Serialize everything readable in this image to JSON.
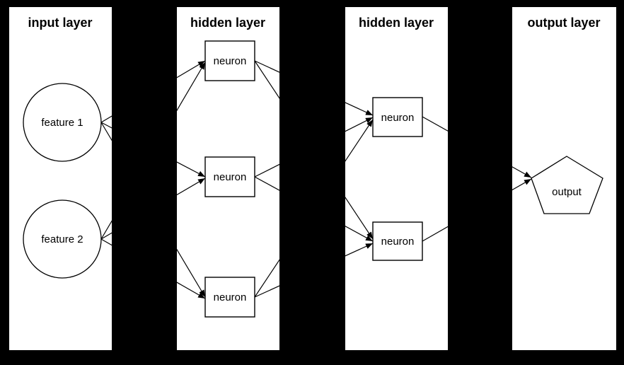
{
  "diagram": {
    "type": "neural-network-architecture",
    "colors": {
      "background": "#000000",
      "panel_fill": "#ffffff",
      "stroke": "#000000",
      "text": "#000000"
    },
    "layers": [
      {
        "id": "input",
        "title": "input layer",
        "nodes": [
          {
            "id": "f1",
            "label": "feature 1",
            "shape": "circle"
          },
          {
            "id": "f2",
            "label": "feature 2",
            "shape": "circle"
          }
        ]
      },
      {
        "id": "hidden1",
        "title": "hidden layer",
        "nodes": [
          {
            "id": "h1n1",
            "label": "neuron",
            "shape": "rect"
          },
          {
            "id": "h1n2",
            "label": "neuron",
            "shape": "rect"
          },
          {
            "id": "h1n3",
            "label": "neuron",
            "shape": "rect"
          }
        ]
      },
      {
        "id": "hidden2",
        "title": "hidden layer",
        "nodes": [
          {
            "id": "h2n1",
            "label": "neuron",
            "shape": "rect"
          },
          {
            "id": "h2n2",
            "label": "neuron",
            "shape": "rect"
          }
        ]
      },
      {
        "id": "output",
        "title": "output layer",
        "nodes": [
          {
            "id": "out",
            "label": "output",
            "shape": "pentagon"
          }
        ]
      }
    ],
    "edges": [
      {
        "from": "f1",
        "to": "h1n1"
      },
      {
        "from": "f1",
        "to": "h1n2"
      },
      {
        "from": "f1",
        "to": "h1n3"
      },
      {
        "from": "f2",
        "to": "h1n1"
      },
      {
        "from": "f2",
        "to": "h1n2"
      },
      {
        "from": "f2",
        "to": "h1n3"
      },
      {
        "from": "h1n1",
        "to": "h2n1"
      },
      {
        "from": "h1n1",
        "to": "h2n2"
      },
      {
        "from": "h1n2",
        "to": "h2n1"
      },
      {
        "from": "h1n2",
        "to": "h2n2"
      },
      {
        "from": "h1n3",
        "to": "h2n1"
      },
      {
        "from": "h1n3",
        "to": "h2n2"
      },
      {
        "from": "h2n1",
        "to": "out"
      },
      {
        "from": "h2n2",
        "to": "out"
      }
    ]
  }
}
